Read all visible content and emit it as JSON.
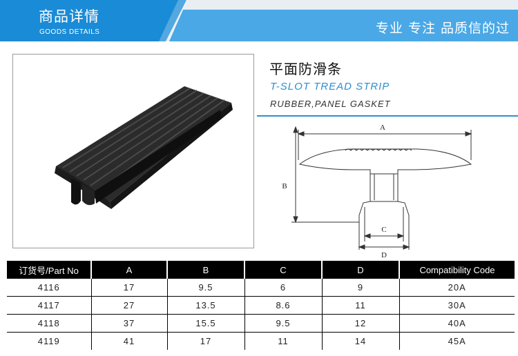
{
  "header": {
    "title_cn": "商品详情",
    "title_en": "GOODS DETAILS",
    "slogan": "专业 专注 品质信的过",
    "colors": {
      "banner_dark": "#1a8bd6",
      "banner_light": "#4aa8e6"
    }
  },
  "product": {
    "name_cn": "平面防滑条",
    "name_en": "T-SLOT TREAD STRIP",
    "material": "RUBBER,PANEL GASKET",
    "accent_color": "#2d8fd0"
  },
  "drawing_labels": {
    "a": "A",
    "b": "B",
    "c": "C",
    "d": "D"
  },
  "table": {
    "headers": [
      "订货号/Part No",
      "A",
      "B",
      "C",
      "D",
      "Compatibility Code"
    ],
    "rows": [
      [
        "4116",
        "17",
        "9.5",
        "6",
        "9",
        "20A"
      ],
      [
        "4117",
        "27",
        "13.5",
        "8.6",
        "11",
        "30A"
      ],
      [
        "4118",
        "37",
        "15.5",
        "9.5",
        "12",
        "40A"
      ],
      [
        "4119",
        "41",
        "17",
        "11",
        "14",
        "45A"
      ]
    ]
  }
}
